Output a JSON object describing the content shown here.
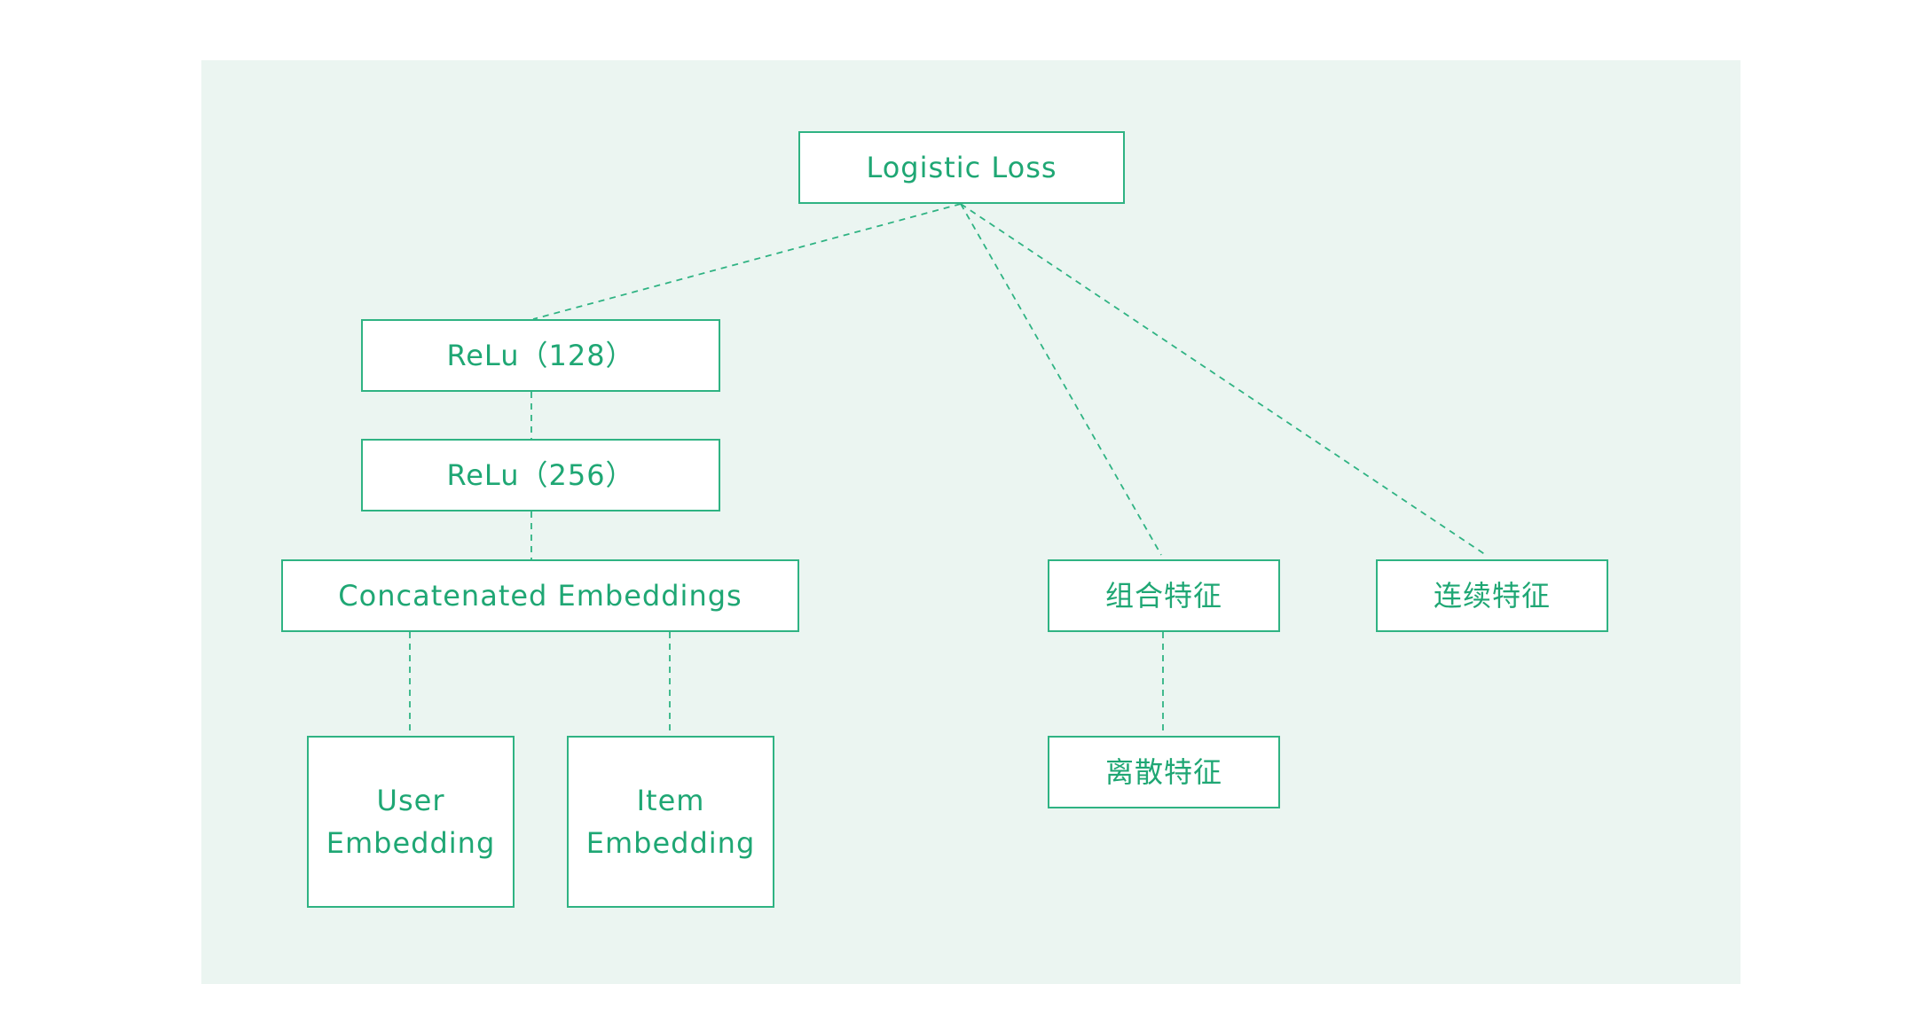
{
  "nodes": {
    "logistic_loss": "Logistic Loss",
    "relu_128": "ReLu（128）",
    "relu_256": "ReLu（256）",
    "concatenated_embeddings": "Concatenated Embeddings",
    "user_embedding": [
      "User",
      "Embedding"
    ],
    "item_embedding": [
      "Item",
      "Embedding"
    ],
    "cross_features": "组合特征",
    "continuous_features": "连续特征",
    "discrete_features": "离散特征"
  },
  "colors": {
    "panel_background": "#ebf5f1",
    "node_border": "#2fb383",
    "node_text": "#1fa774",
    "connector": "#2fb383"
  }
}
